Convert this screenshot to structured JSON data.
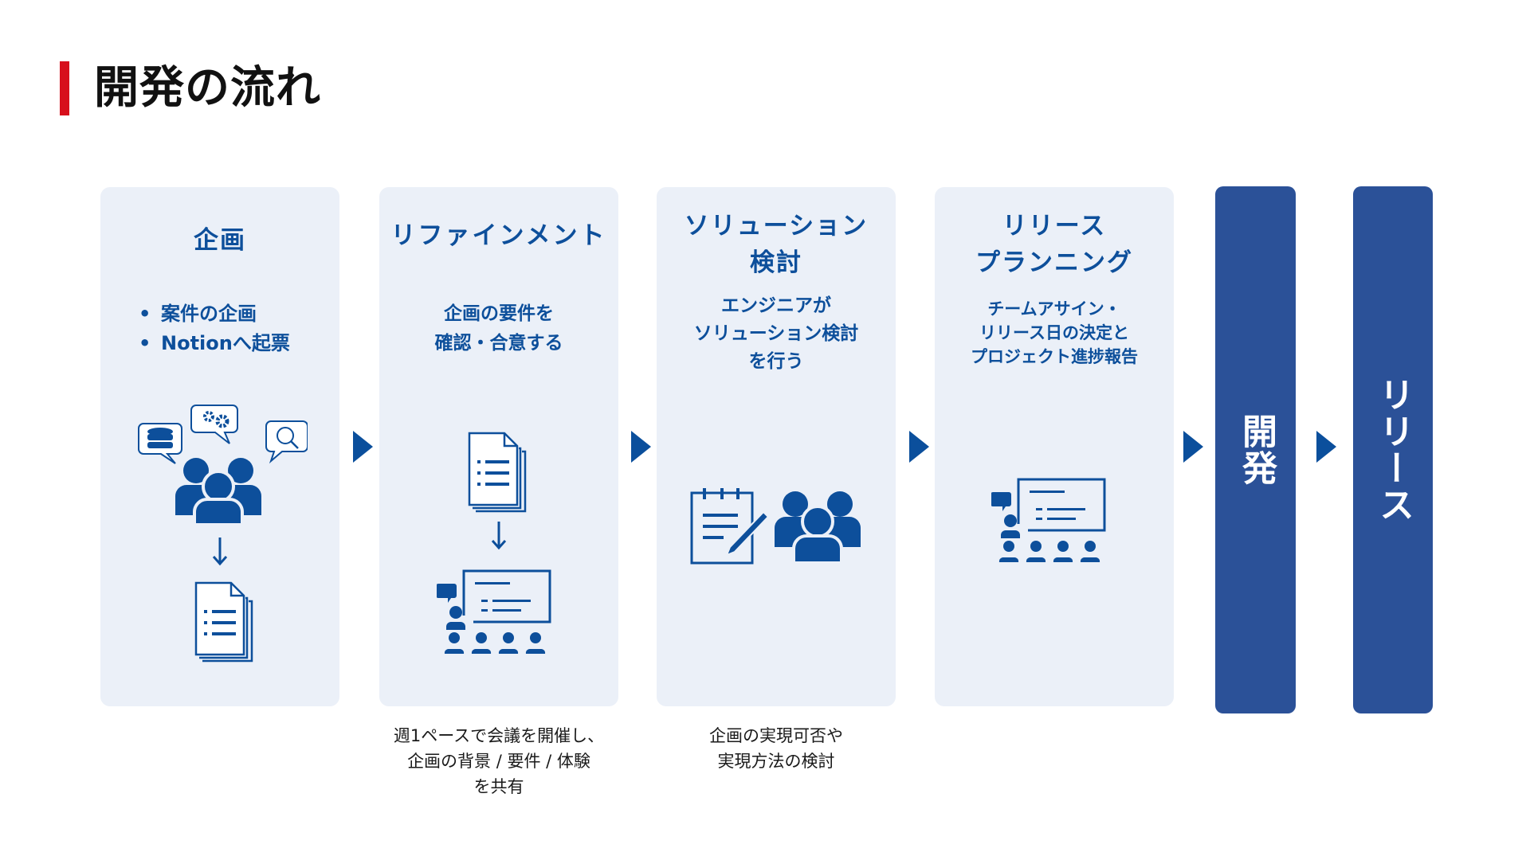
{
  "page": {
    "title": "開発の流れ",
    "accent_color": "#d7101c",
    "primary_color": "#0d4f9b",
    "dark_stage_color": "#2b5198",
    "stage_bg_color": "#ebf0f8"
  },
  "stages": [
    {
      "title": "企画",
      "bullets": [
        "案件の企画",
        "Notionへ起票"
      ],
      "icons": [
        "team-discussion-icon",
        "arrow-down-icon",
        "document-stack-icon"
      ]
    },
    {
      "title": "リファインメント",
      "desc_lines": [
        "企画の要件を",
        "確認・合意する"
      ],
      "icons": [
        "document-stack-icon",
        "arrow-down-icon",
        "presentation-meeting-icon"
      ],
      "note_lines": [
        "週1ペースで会議を開催し、",
        "企画の背景 / 要件 / 体験",
        "を共有"
      ]
    },
    {
      "title_lines": [
        "ソリューション",
        "検討"
      ],
      "desc_lines": [
        "エンジニアが",
        "ソリューション検討",
        "を行う"
      ],
      "icons": [
        "notepad-pencil-icon",
        "team-icon"
      ],
      "note_lines": [
        "企画の実現可否や",
        "実現方法の検討"
      ]
    },
    {
      "title_lines": [
        "リリース",
        "プランニング"
      ],
      "desc_lines": [
        "チームアサイン・",
        "リリース日の決定と",
        "プロジェクト進捗報告"
      ],
      "icons": [
        "presentation-meeting-icon"
      ]
    }
  ],
  "dark_stages": [
    {
      "label": "開発"
    },
    {
      "label": "リリース"
    }
  ]
}
